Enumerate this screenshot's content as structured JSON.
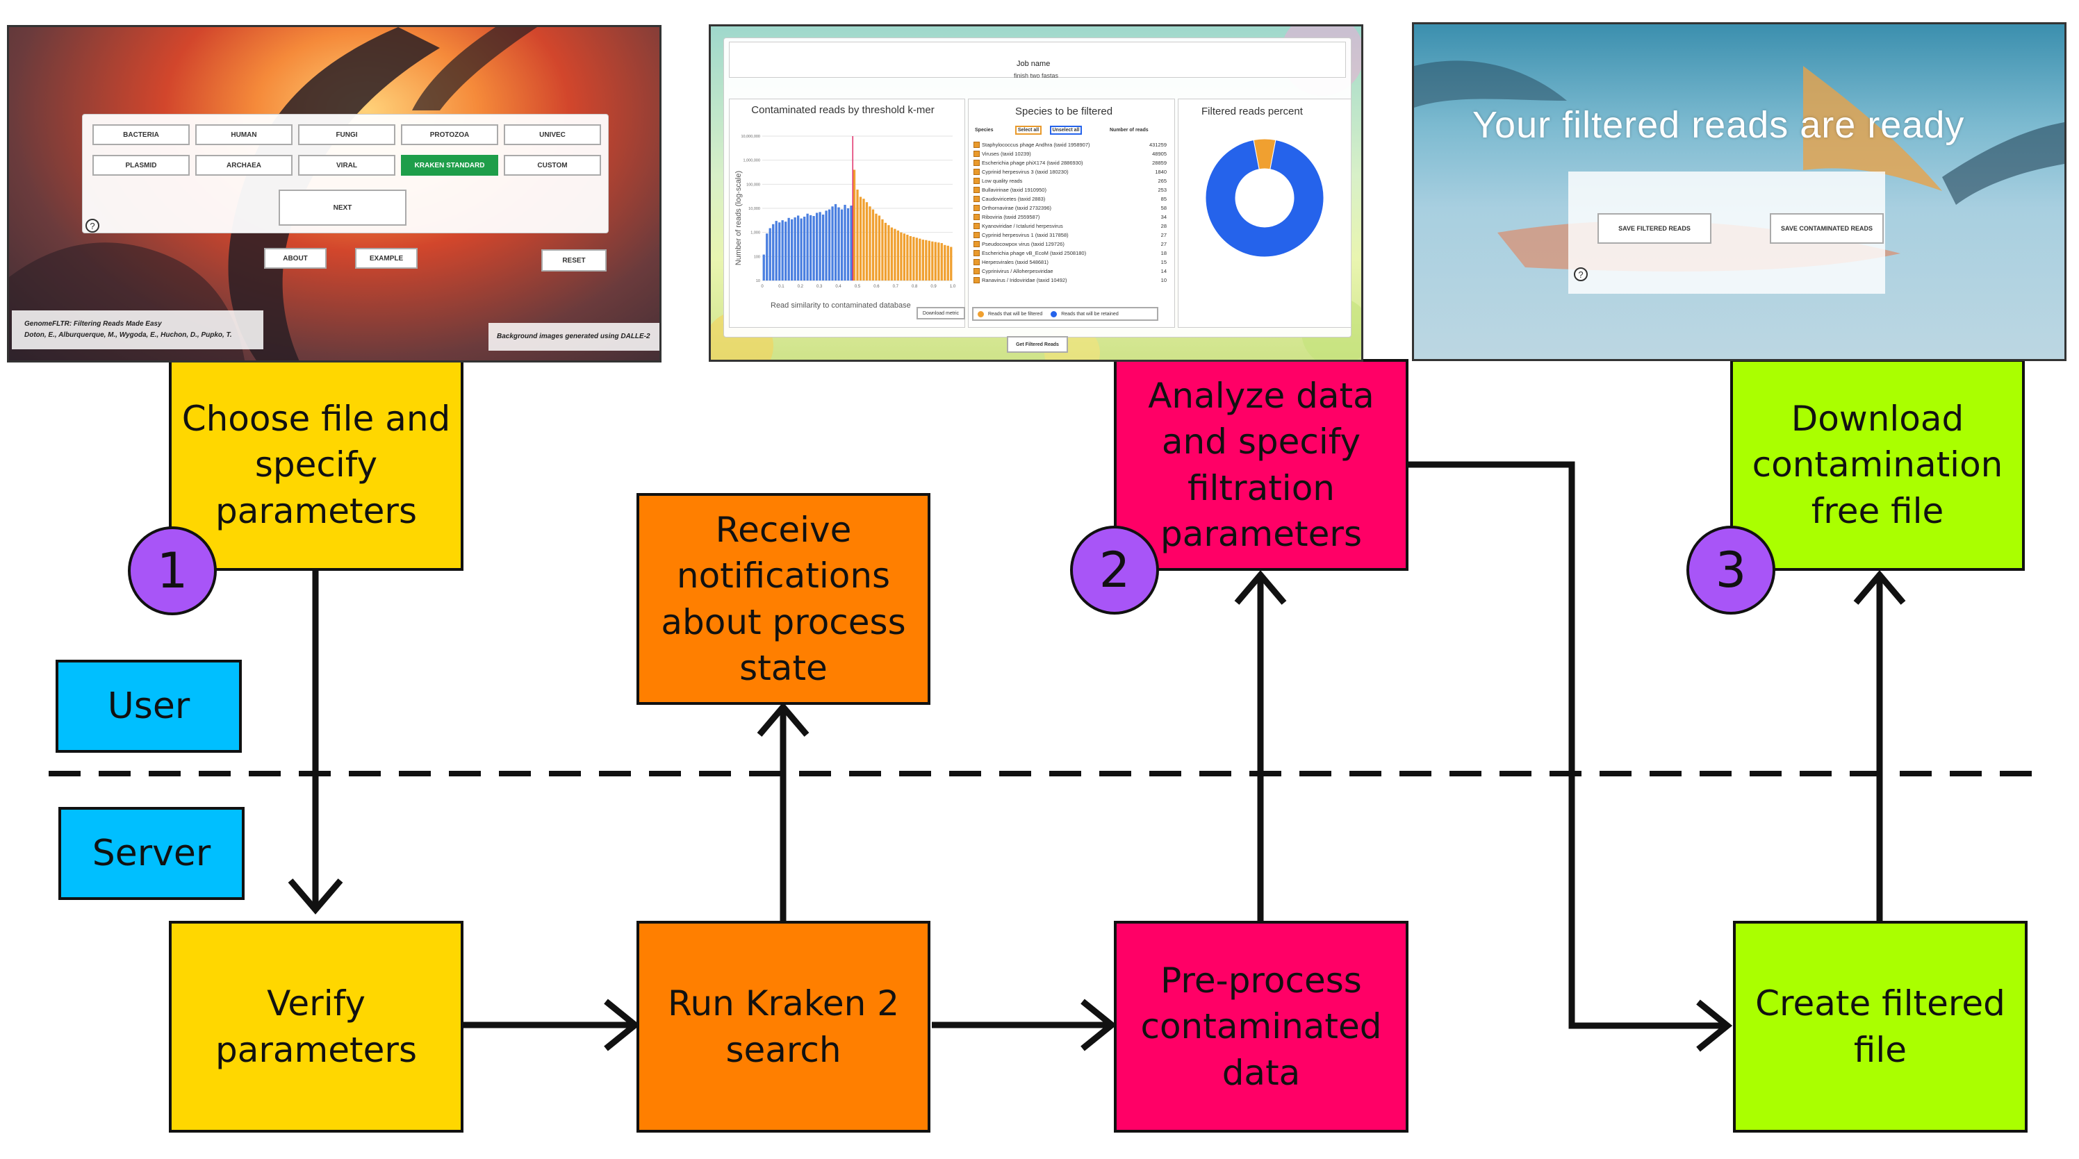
{
  "lanes": {
    "user": "User",
    "server": "Server"
  },
  "boxes": {
    "choose": "Choose file and specify parameters",
    "receive": "Receive notifications about process state",
    "analyze": "Analyze data and specify filtration parameters",
    "download": "Download contamination free file",
    "verify": "Verify parameters",
    "kraken": "Run Kraken 2 search",
    "preprocess": "Pre-process contaminated data",
    "create": "Create filtered file"
  },
  "badges": [
    "1",
    "2",
    "3"
  ],
  "colors": {
    "yellow": "#ffd700",
    "orange": "#ff7f00",
    "magenta": "#ff0066",
    "lime": "#aaff00",
    "blue": "#00bfff",
    "purple": "#a855f7"
  },
  "screen1": {
    "buttons_row1": [
      "BACTERIA",
      "HUMAN",
      "FUNGI",
      "PROTOZOA",
      "UNIVEC"
    ],
    "buttons_row2": [
      "PLASMID",
      "ARCHAEA",
      "VIRAL",
      "KRAKEN STANDARD",
      "CUSTOM"
    ],
    "next": "NEXT",
    "about": "ABOUT",
    "example": "EXAMPLE",
    "reset": "RESET",
    "footer_title": "GenomeFLTR: Filtering Reads Made Easy",
    "footer_authors": "Doton, E., Alburquerque, M., Wygoda, E., Huchon, D., Pupko, T.",
    "footer_credit": "Background images generated using DALLE-2"
  },
  "screen2": {
    "job_label": "Job name",
    "job_value": "finish two fastas",
    "chart_title": "Contaminated reads by threshold k-mer",
    "chart_xlabel": "Read similarity to contaminated database",
    "chart_ylabel": "Number of reads (log-scale)",
    "species_title": "Species to be filtered",
    "species_col": "Species",
    "select_all": "Select all",
    "unselect_all": "Unselect all",
    "reads_col": "Number of reads",
    "species": [
      {
        "name": "Staphylococcus phage Andhra (taxid 1958907)",
        "reads": "431259"
      },
      {
        "name": "Viruses (taxid 10239)",
        "reads": "48905"
      },
      {
        "name": "Escherichia phage phiX174 (taxid 2886930)",
        "reads": "28859"
      },
      {
        "name": "Cyprinid herpesvirus 3 (taxid 180230)",
        "reads": "1840"
      },
      {
        "name": "Low quality reads",
        "reads": "265"
      },
      {
        "name": "Bullavirinae (taxid 1910950)",
        "reads": "253"
      },
      {
        "name": "Caudoviricetes (taxid 2883)",
        "reads": "85"
      },
      {
        "name": "Orthornavirae (taxid 2732396)",
        "reads": "58"
      },
      {
        "name": "Riboviria (taxid 2559587)",
        "reads": "34"
      },
      {
        "name": "Kyanoviridae / Ictalurid herpesvirus",
        "reads": "28"
      },
      {
        "name": "Cyprinid herpesvirus 1 (taxid 317858)",
        "reads": "27"
      },
      {
        "name": "Pseudocowpox virus (taxid 129726)",
        "reads": "27"
      },
      {
        "name": "Escherichia phage vB_EcoM (taxid 2508180)",
        "reads": "18"
      },
      {
        "name": "Herpesvirales (taxid 548681)",
        "reads": "15"
      },
      {
        "name": "Cyprinivirus / Alloherpesviridae",
        "reads": "14"
      },
      {
        "name": "Ranavirus / Iridoviridae (taxid 10492)",
        "reads": "10"
      }
    ],
    "pie_title": "Filtered reads percent",
    "download_metric": "Download metric",
    "legend_filtered": "Reads that will be filtered",
    "legend_retained": "Reads that will be retained",
    "get_button": "Get Filtered Reads"
  },
  "screen3": {
    "heading": "Your filtered reads are ready",
    "save_filtered": "SAVE FILTERED READS",
    "save_contaminated": "SAVE CONTAMINATED READS"
  },
  "chart_data": {
    "type": "bar",
    "title": "Contaminated reads by threshold k-mer",
    "xlabel": "Read similarity to contaminated database",
    "ylabel": "Number of reads (log-scale)",
    "yscale": "log",
    "ytick_labels": [
      "10,000,000",
      "1,000,000",
      "100,000",
      "10,000",
      "1,000",
      "100",
      "10"
    ],
    "xtick_labels": [
      "0",
      "0.1",
      "0.2",
      "0.3",
      "0.4",
      "0.5",
      "0.6",
      "0.7",
      "0.8",
      "0.9",
      "1.0"
    ],
    "series": [
      {
        "color": "#4a7fe0",
        "values": [
          120,
          900,
          1500,
          2200,
          3000,
          2600,
          3200,
          2800,
          4000,
          3500,
          4200,
          5000,
          3800,
          4500,
          6000,
          5200,
          4800,
          6500,
          7000,
          5500,
          8000,
          9000,
          12000,
          15000,
          11000,
          9000,
          14000,
          10000,
          13000
        ]
      },
      {
        "color": "#f0a030",
        "values": [
          400000,
          60000,
          30000,
          25000,
          18000,
          12000,
          9000,
          6000,
          5000,
          3500,
          2500,
          2000,
          1600,
          1400,
          1200,
          1000,
          900,
          800,
          700,
          650,
          600,
          550,
          500,
          480,
          450,
          420,
          400,
          380,
          360,
          300,
          280,
          250
        ]
      }
    ],
    "pie": {
      "type": "pie",
      "values": [
        {
          "label": "Reads that will be filtered",
          "value": 6,
          "color": "#f0a030"
        },
        {
          "label": "Reads that will be retained",
          "value": 94,
          "color": "#2563eb"
        }
      ]
    }
  }
}
